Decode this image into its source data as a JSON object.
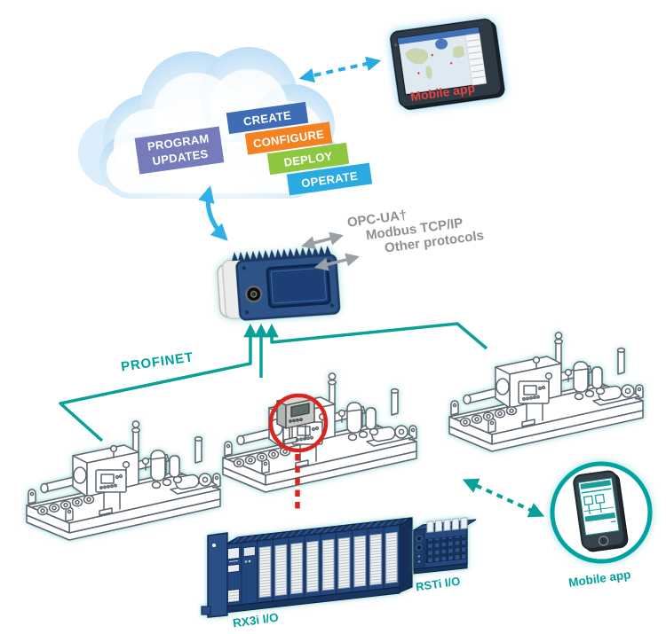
{
  "cloud": {
    "labels": [
      {
        "text": "PROGRAM UPDATES",
        "color": "#767cba"
      },
      {
        "text": "CREATE",
        "color": "#3e6db5"
      },
      {
        "text": "CONFIGURE",
        "color": "#f58220"
      },
      {
        "text": "DEPLOY",
        "color": "#8dc63f"
      },
      {
        "text": "OPERATE",
        "color": "#29abe2"
      }
    ]
  },
  "mobile_top": {
    "label": "Mobile app",
    "color": "#e8453f"
  },
  "controller": {
    "protocols": [
      "OPC-UA†",
      "Modbus TCP/IP",
      "Other protocols"
    ],
    "text_color": "#8b9094"
  },
  "network": {
    "label": "PROFINET",
    "color": "#00a19c"
  },
  "io_rack": {
    "label": "RX3i I/O",
    "color": "#00a19c"
  },
  "io_remote": {
    "label": "RSTi I/O",
    "color": "#00a19c"
  },
  "mobile_bottom": {
    "label": "Mobile app",
    "color": "#00a19c"
  },
  "palette": {
    "arrow_blue": "#29abe2",
    "teal": "#00a19c",
    "highlight_red": "#d9251d",
    "navy": "#274b7e",
    "gray_arrow": "#9aa0a4",
    "cloud_blue": "#bfe0f6"
  }
}
